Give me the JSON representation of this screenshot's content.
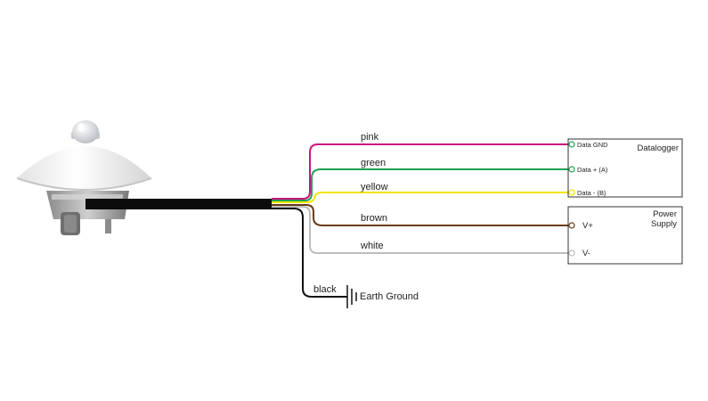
{
  "colors": {
    "pink": "#c8137e",
    "green": "#22a052",
    "yellow": "#f2e600",
    "brown": "#6b3a12",
    "white": "#bdbdbd",
    "black": "#111111",
    "cable": "#0c0c0c"
  },
  "sensor": {
    "icon": "pyranometer-sensor-icon"
  },
  "wires": {
    "pink": "pink",
    "green": "green",
    "yellow": "yellow",
    "brown": "brown",
    "white": "white",
    "black": "black"
  },
  "datalogger": {
    "title": "Datalogger",
    "terminals": [
      "Data GND",
      "Data + (A)",
      "Data - (B)"
    ]
  },
  "power_supply": {
    "title_line1": "Power",
    "title_line2": "Supply",
    "terminals": [
      "V+",
      "V-"
    ]
  },
  "ground": {
    "label": "Earth Ground",
    "icon": "earth-ground-icon"
  }
}
